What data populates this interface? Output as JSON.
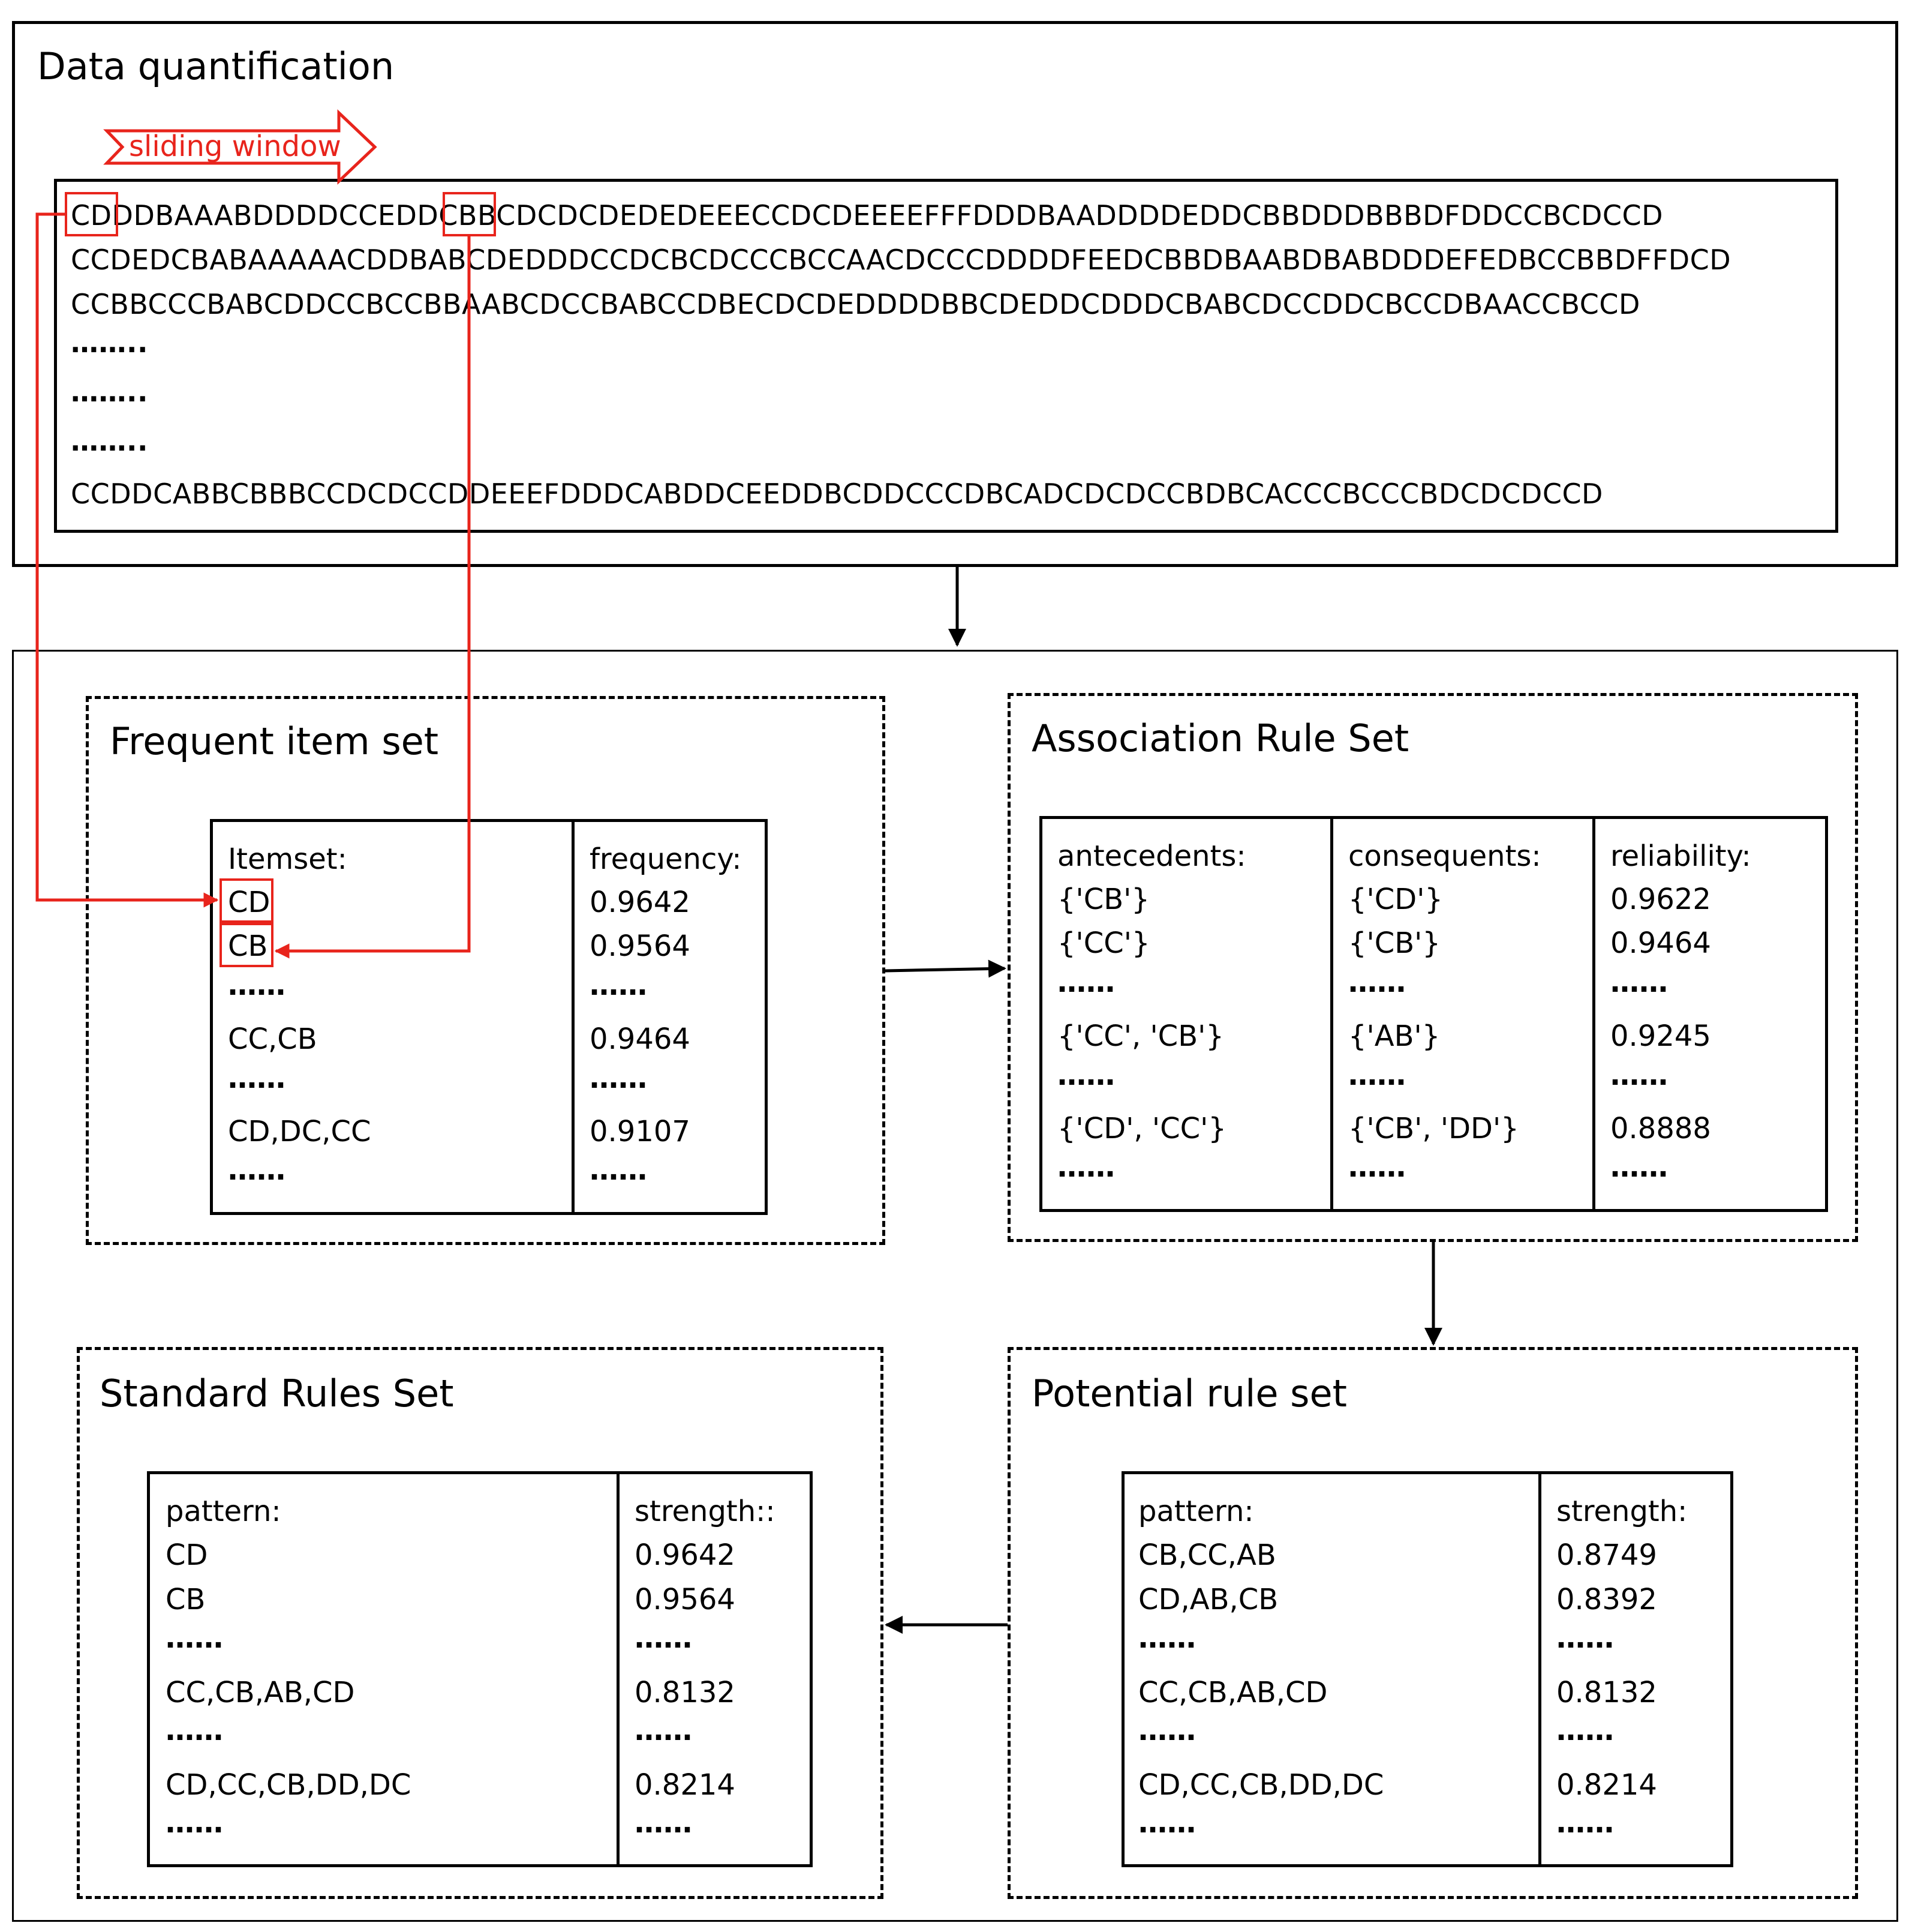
{
  "data_quantification": {
    "title": "Data quantification",
    "sliding_window_label": "sliding window",
    "sequences": [
      "CDDDBAAABDDDDCCEDDCBBCDCDCDEDEDEEECCDCDEEEEFFFDDDBAADDDDEDDCBBDDDBBBDFDDCCBCDCCD",
      "CCDEDCBABAAAAACDDBABCDEDDDCCDCBCDCCCBCCAACDCCCDDDDFEEDCBBDBAABDBABDDDEFEDBCCBBDFFDCD",
      "CCBBCCCBABCDDCCBCCBBAABCDCCBABCCDBECDCDEDDDDBBCDEDDCDDDCBABCDCCDDCBCCDBAACCBCCD",
      "……..",
      "……..",
      "……..",
      "CCDDCABBCBBBCCDCDCCDDEEEFDDDCABDDCEEDDBCDDCCCDBCADCDCDCCBDBCACCCBCCCBDCDCDCCD"
    ]
  },
  "frequent_item_set": {
    "title": "Frequent item set",
    "itemset_header": "Itemset:",
    "frequency_header": "frequency:",
    "itemsets": [
      "CD",
      "CB",
      "……",
      "CC,CB",
      "……",
      "CD,DC,CC",
      "……"
    ],
    "frequencies": [
      "0.9642",
      "0.9564",
      "……",
      "0.9464",
      "……",
      "0.9107",
      "……"
    ]
  },
  "association_rule_set": {
    "title": "Association Rule Set",
    "antecedents_header": "antecedents:",
    "consequents_header": "consequents:",
    "reliability_header": "reliability:",
    "antecedents": [
      "{'CB'}",
      "{'CC'}",
      "……",
      "{'CC', 'CB'}",
      "……",
      "{'CD', 'CC'}",
      "……"
    ],
    "consequents": [
      "{'CD'}",
      "{'CB'}",
      "……",
      "{'AB'}",
      "……",
      "{'CB', 'DD'}",
      "……"
    ],
    "reliability": [
      "0.9622",
      "0.9464",
      "……",
      "0.9245",
      "……",
      "0.8888",
      "……"
    ]
  },
  "standard_rules_set": {
    "title": "Standard Rules Set",
    "pattern_header": "pattern:",
    "strength_header": "strength::",
    "patterns": [
      "CD",
      "CB",
      "……",
      "CC,CB,AB,CD",
      "……",
      "CD,CC,CB,DD,DC",
      "……"
    ],
    "strengths": [
      "0.9642",
      "0.9564",
      "……",
      "0.8132",
      "……",
      "0.8214",
      "……"
    ]
  },
  "potential_rule_set": {
    "title": "Potential rule set",
    "pattern_header": "pattern:",
    "strength_header": "strength:",
    "patterns": [
      "CB,CC,AB",
      "CD,AB,CB",
      "……",
      "CC,CB,AB,CD",
      "……",
      "CD,CC,CB,DD,DC",
      "……"
    ],
    "strengths": [
      "0.8749",
      "0.8392",
      "……",
      "0.8132",
      "……",
      "0.8214",
      "……"
    ]
  },
  "colors": {
    "highlight": "#e8241c",
    "line": "#000000"
  }
}
